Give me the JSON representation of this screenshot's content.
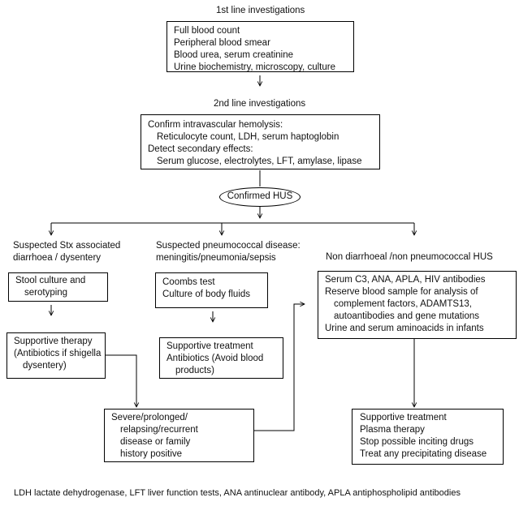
{
  "first_line": {
    "heading": "1st line investigations",
    "items": [
      "Full blood count",
      "Peripheral blood smear",
      "Blood urea, serum creatinine",
      "Urine biochemistry, microscopy, culture"
    ]
  },
  "second_line": {
    "heading": "2nd line investigations",
    "lines": [
      "Confirm intravascular hemolysis:",
      "Reticulocyte count, LDH, serum haptoglobin",
      "Detect secondary effects:",
      "Serum glucose, electrolytes, LFT, amylase, lipase"
    ]
  },
  "confirmed": "Confirmed HUS",
  "branch_stx": {
    "heading": [
      "Suspected Stx associated",
      "diarrhoea / dysentery"
    ],
    "tests": [
      "Stool culture and",
      "serotyping"
    ],
    "therapy": [
      "Supportive therapy",
      "(Antibiotics if shigella",
      "dysentery)"
    ]
  },
  "branch_pneumo": {
    "heading": [
      "Suspected pneumococcal disease:",
      "meningitis/pneumonia/sepsis"
    ],
    "tests": [
      "Coombs test",
      "Culture of body fluids"
    ],
    "treatment": [
      "Supportive treatment",
      "Antibiotics (Avoid blood",
      "products)"
    ]
  },
  "severe": [
    "Severe/prolonged/",
    "relapsing/recurrent",
    "disease or family",
    "history positive"
  ],
  "branch_other": {
    "heading": "Non diarrhoeal /non pneumococcal HUS",
    "tests": [
      "Serum C3, ANA, APLA, HIV antibodies",
      "Reserve blood sample for analysis of",
      "complement factors, ADAMTS13,",
      "autoantibodies and gene mutations",
      "Urine and serum aminoacids in infants"
    ],
    "treatment": [
      "Supportive treatment",
      "Plasma therapy",
      "Stop possible inciting drugs",
      "Treat any precipitating disease"
    ]
  },
  "footnote": "LDH lactate dehydrogenase, LFT liver function tests, ANA antinuclear antibody, APLA antiphospholipid antibodies"
}
